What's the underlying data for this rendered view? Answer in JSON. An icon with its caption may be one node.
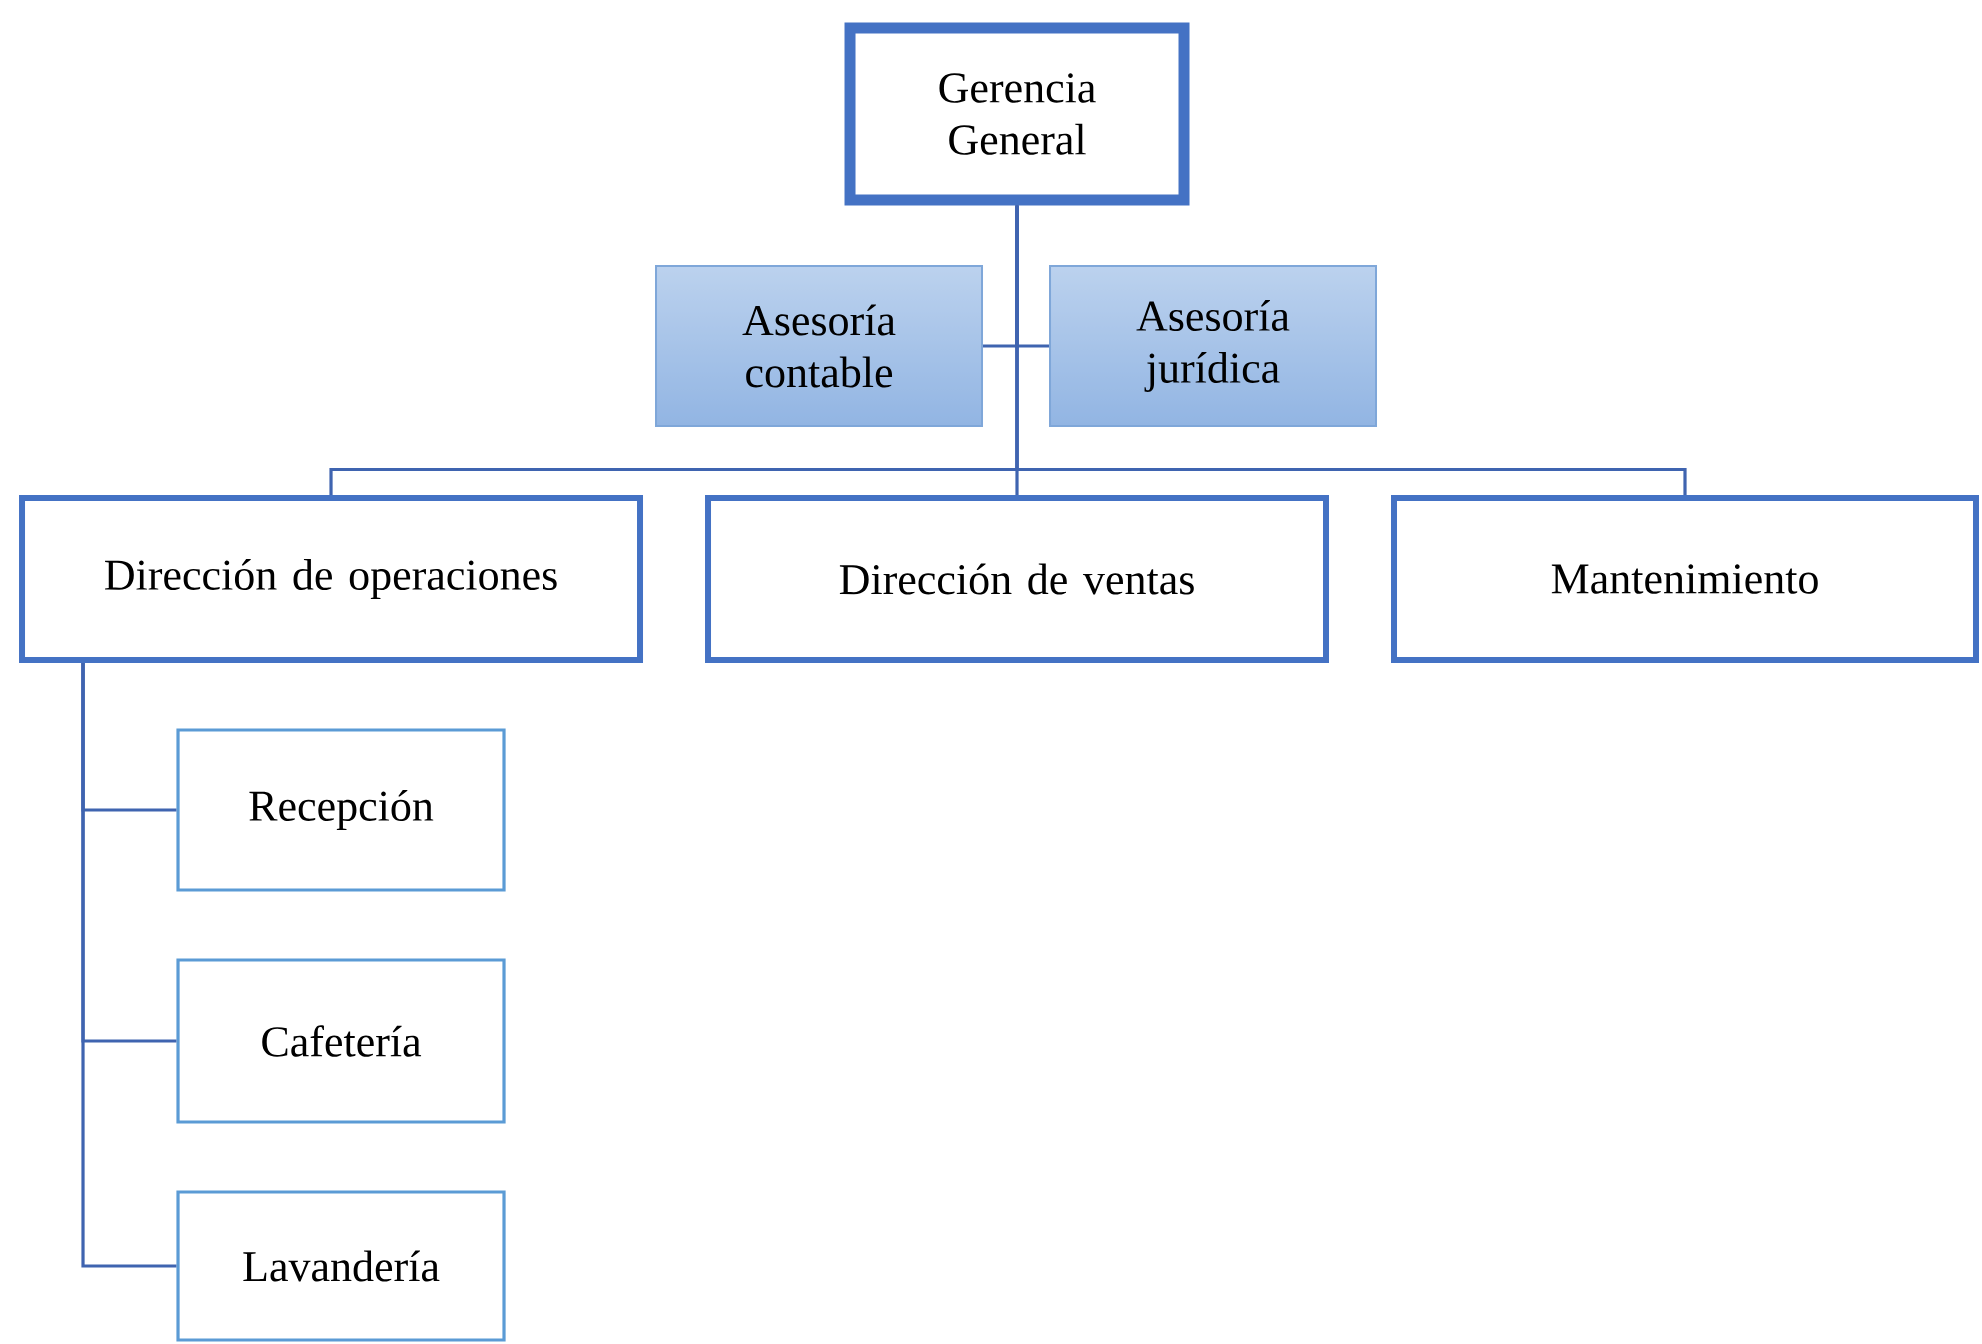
{
  "diagram": {
    "nodes": [
      {
        "text": [
          "Gerencia General"
        ]
      },
      {
        "text": [
          "Asesoría contable"
        ]
      },
      {
        "text": [
          "Asesoría jurídica"
        ]
      },
      {
        "text": [
          "Dirección de operaciones"
        ]
      },
      {
        "text": [
          "Dirección de ventas"
        ]
      },
      {
        "text": [
          "Mantenimiento"
        ]
      },
      {
        "text": [
          "Recepción"
        ]
      },
      {
        "text": [
          "Cafetería"
        ]
      },
      {
        "text": [
          "Lavandería"
        ]
      }
    ],
    "edges": [
      {
        "from": 0,
        "to": 1,
        "arrow": "none"
      },
      {
        "from": 0,
        "to": 2,
        "arrow": "none"
      },
      {
        "from": 0,
        "to": 3,
        "arrow": "none"
      },
      {
        "from": 0,
        "to": 4,
        "arrow": "none"
      },
      {
        "from": 0,
        "to": 5,
        "arrow": "none"
      },
      {
        "from": 3,
        "to": 6,
        "arrow": "none"
      },
      {
        "from": 3,
        "to": 7,
        "arrow": "none"
      },
      {
        "from": 3,
        "to": 8,
        "arrow": "none"
      }
    ]
  }
}
